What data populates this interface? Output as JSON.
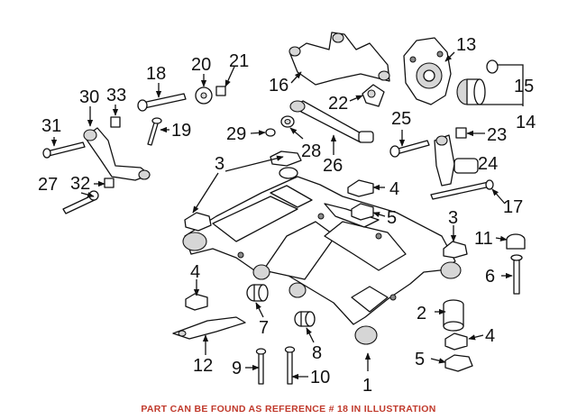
{
  "callouts": [
    "1",
    "2",
    "3",
    "3",
    "4",
    "4",
    "4",
    "5",
    "5",
    "6",
    "7",
    "8",
    "9",
    "10",
    "11",
    "12",
    "13",
    "14",
    "15",
    "16",
    "17",
    "18",
    "19",
    "20",
    "21",
    "22",
    "23",
    "24",
    "25",
    "26",
    "27",
    "28",
    "29",
    "30",
    "31",
    "32",
    "33"
  ],
  "footer": "PART CAN BE FOUND AS REFERENCE # 18 IN ILLUSTRATION"
}
